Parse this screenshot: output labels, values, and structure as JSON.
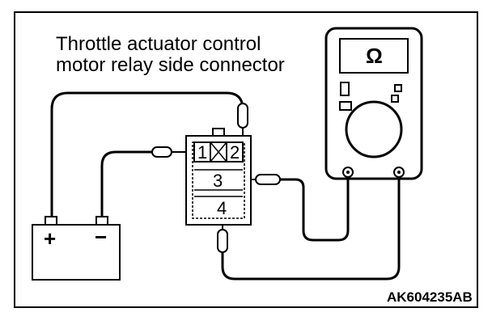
{
  "diagram": {
    "title_line1": "Throttle actuator control",
    "title_line2": "motor relay side connector",
    "connector": {
      "pin1": "1",
      "pin2": "2",
      "pin3": "3",
      "pin4": "4"
    },
    "battery": {
      "positive": "+",
      "negative": "−"
    },
    "meter": {
      "symbol": "Ω"
    },
    "figure_code": "AK604235AB"
  }
}
